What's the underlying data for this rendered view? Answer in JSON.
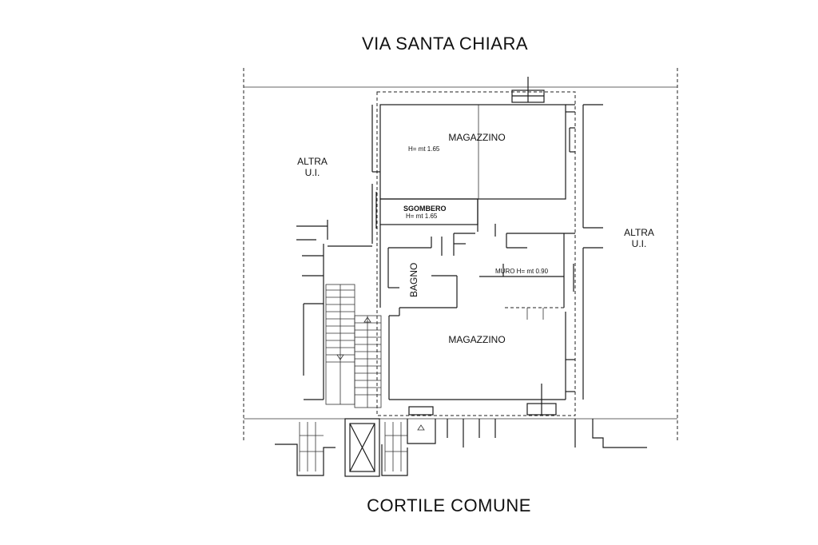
{
  "street_top": "VIA SANTA CHIARA",
  "street_bottom": "CORTILE COMUNE",
  "rooms": {
    "altra_left_line1": "ALTRA",
    "altra_left_line2": "U.I.",
    "altra_right_line1": "ALTRA",
    "altra_right_line2": "U.I.",
    "magazzino_top": "MAGAZZINO",
    "magazzino_top_height": "H= mt 1.65",
    "sgombero": "SGOMBERO",
    "sgombero_height": "H= mt 1.65",
    "bagno": "BAGNO",
    "muro": "MURO H= mt 0.90",
    "magazzino_bottom": "MAGAZZINO"
  }
}
